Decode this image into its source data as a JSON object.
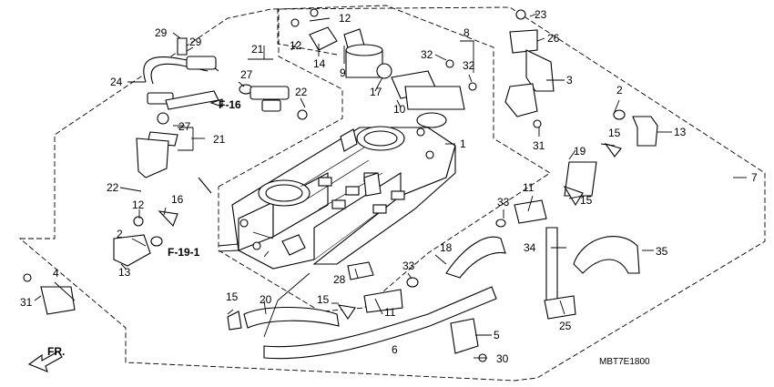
{
  "labels": {
    "l1": "1",
    "l2a": "2",
    "l2b": "2",
    "l3": "3",
    "l4": "4",
    "l5": "5",
    "l6": "6",
    "l7": "7",
    "l8": "8",
    "l9": "9",
    "l10": "10",
    "l11a": "11",
    "l11b": "11",
    "l12a": "12",
    "l12b": "12",
    "l12c": "12",
    "l13a": "13",
    "l13b": "13",
    "l14": "14",
    "l15a": "15",
    "l15b": "15",
    "l15c": "15",
    "l15d": "15",
    "l16": "16",
    "l17": "17",
    "l18": "18",
    "l19": "19",
    "l20": "20",
    "l21a": "21",
    "l21b": "21",
    "l22a": "22",
    "l22b": "22",
    "l23": "23",
    "l24": "24",
    "l25": "25",
    "l26": "26",
    "l27a": "27",
    "l27b": "27",
    "l28": "28",
    "l29a": "29",
    "l29b": "29",
    "l30": "30",
    "l31a": "31",
    "l31b": "31",
    "l32a": "32",
    "l32b": "32",
    "l33a": "33",
    "l33b": "33",
    "l34": "34",
    "l35": "35"
  },
  "refs": {
    "f16": "F-16",
    "f191": "F-19-1",
    "fr": "FR."
  },
  "diagram_code": "MBT7E1800"
}
